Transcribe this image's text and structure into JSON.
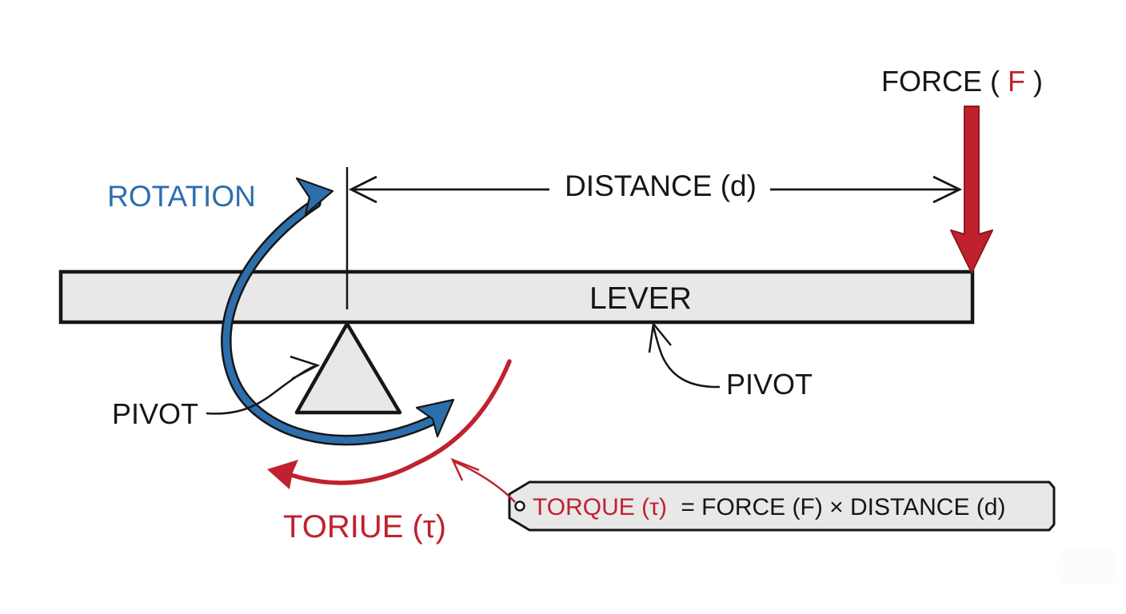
{
  "colors": {
    "blue": "#2d6fad",
    "red": "#c0212e",
    "red_dark": "#8e1820",
    "gray": "#e8e8e8",
    "ink": "#161616"
  },
  "diagram": {
    "force_label_prefix": "FORCE (",
    "force_label_symbol": "F",
    "force_label_suffix": ")",
    "distance_label": "DISTANCE (d)",
    "rotation_label": "ROTATION",
    "lever_label": "LEVER",
    "pivot_label_left": "PIVOT",
    "pivot_label_right": "PIVOT",
    "torque_label": "TORIUE (τ)",
    "formula_torque_part": "TORQUE (τ)",
    "formula_rest_part": "= FORCE (F) × DISTANCE (d)"
  }
}
